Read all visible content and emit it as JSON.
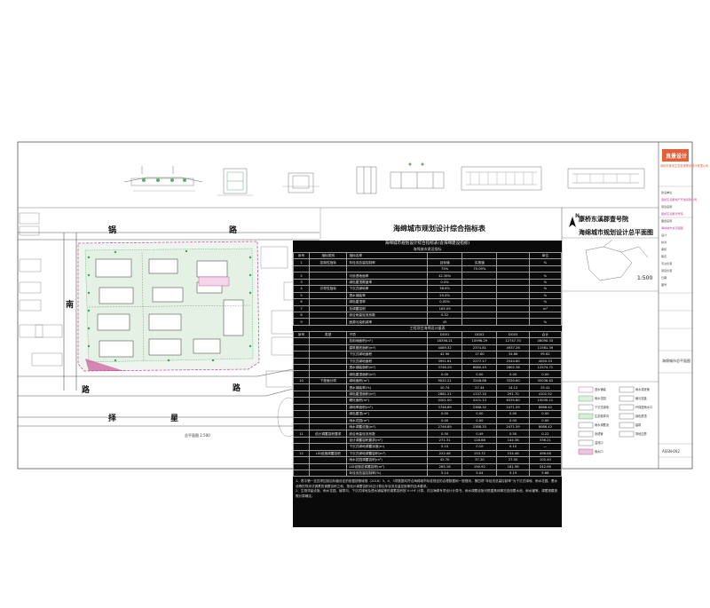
{
  "drawing": {
    "section_title": "海绵城市规划设计综合指标表",
    "project_name": "康桥东溪郡壹号院",
    "drawing_name": "海绵城市规划设计总平面图",
    "scale": "1:500",
    "north_label": "N",
    "site_plan_scale": "总平面图 1:500",
    "sheet_no": "ASSN-002",
    "company": "良景设计",
    "company_sub": "深圳市良景生态景观规划设计有限公司",
    "drawing_title_block": "海绵城市总平面图"
  },
  "roads": {
    "north": [
      "锅",
      "路"
    ],
    "west": "南",
    "south_mid": [
      "路",
      "路"
    ],
    "south": [
      "择",
      "星"
    ]
  },
  "table": {
    "title": "海绵城市规划设计综合指标表",
    "section1_header": "海绵城市规划设计综合指标表(含海绵建设指标)",
    "section1_sub": "海绵城市建设指标",
    "section2_header": "工程项目海绵设计量表",
    "rows": [
      [
        "序号",
        "指标类别",
        "指标名称",
        "",
        "",
        "",
        "单位"
      ],
      [
        "1",
        "控制性指标",
        "年径流总量控制率",
        "目标值",
        "实现值",
        "",
        "%"
      ],
      [
        "",
        "",
        "",
        "75%",
        "75.09%",
        "",
        ""
      ],
      [
        "2",
        "",
        "可渗透地面率",
        "42.36%",
        "",
        "",
        "%"
      ],
      [
        "3",
        "",
        "绿色屋顶覆盖率",
        "0.0%",
        "",
        "",
        "%"
      ],
      [
        "4",
        "引导性指标",
        "下沉式绿地率",
        "36.6%",
        "",
        "",
        "%"
      ],
      [
        "5",
        "",
        "透水铺装率",
        "25.0%",
        "",
        "",
        "%"
      ],
      [
        "6",
        "",
        "绿色屋顶率",
        "0.00%",
        "",
        "",
        "%"
      ],
      [
        "7",
        "",
        "总调蓄容积",
        "165.09",
        "",
        "",
        "m³"
      ],
      [
        "8",
        "",
        "综合雨量径流系数",
        "0.52",
        "",
        "",
        ""
      ],
      [
        "9",
        "",
        "面源污染削减率",
        "45",
        "",
        "",
        "%"
      ]
    ],
    "rows2_header": [
      "序号",
      "类型",
      "子项",
      "DG01",
      "DG02",
      "DG03",
      "合计"
    ],
    "rows2": [
      [
        "",
        "",
        "总用地面积(m²)",
        "18356.21",
        "10996.29",
        "12747.70",
        "46090.33"
      ],
      [
        "",
        "",
        "建筑基底面积(m²)",
        "4089.32",
        "2374.81",
        "4937.26",
        "11561.39"
      ],
      [
        "",
        "",
        "下沉式绿地面积",
        "42.90",
        "17.60",
        "34.86",
        "95.62"
      ],
      [
        "",
        "",
        "下沉式绿地面积",
        "3951.61",
        "2277.17",
        "2544.60",
        "4050.33"
      ],
      [
        "",
        "",
        "透水铺装面积(m²)",
        "3746.29",
        "6080.45",
        "2802.36",
        "12574.71"
      ],
      [
        "",
        "",
        "绿色屋顶面积(m²)",
        "0.00",
        "0.00",
        "0.00",
        "0.00"
      ],
      [
        "10",
        "下垫面分项",
        "绿地面积(m²)",
        "9032.21",
        "3248.88",
        "3320.60",
        "35036.63"
      ],
      [
        "",
        "",
        "透水铺装率(%)",
        "10.74",
        "27.44",
        "14.12",
        "25.41"
      ],
      [
        "",
        "",
        "绿色屋顶面积(m²)",
        "2681.21",
        "1137.10",
        "291.70",
        "4101.52"
      ],
      [
        "",
        "",
        "硬化面积(m²)",
        "4201.00",
        "4121.13",
        "6335.80",
        "15030.11"
      ],
      [
        "",
        "",
        "绿地率面积(m²)",
        "3746.89",
        "2388.32",
        "2471.59",
        "8086.42"
      ],
      [
        "",
        "",
        "绿色屋顶(m²)",
        "0.00",
        "0.00",
        "0.00",
        "0.00"
      ],
      [
        "",
        "",
        "雨水花园(m²)",
        "0.00",
        "0.00",
        "0.00",
        "0.00"
      ],
      [
        "",
        "",
        "雨水调蓄设施(m²)",
        "2746.89",
        "2388.33",
        "2471.59",
        "8086.42"
      ],
      [
        "11",
        "设计调蓄容积要求",
        "综合雨量径流系数",
        "0.50",
        "0.49",
        "0.50",
        "0.22"
      ],
      [
        "",
        "",
        "设计调蓄容积要求(m³)",
        "271.31",
        "128.68",
        "144.38",
        "336.21"
      ],
      [
        "",
        "",
        "下沉式绿地调蓄深度(m)",
        "0.10",
        "0.10",
        "0.10",
        "—"
      ],
      [
        "12",
        "LID设施调蓄容积",
        "下沉式绿地调蓄容积(m³)",
        "222.46",
        "153.72",
        "154.46",
        "496.08"
      ],
      [
        "",
        "",
        "雨水花园调蓄容积(m³)",
        "42.70",
        "37.20",
        "27.50",
        "105.40"
      ],
      [
        "",
        "",
        "LID设施总调蓄容积(m³)",
        "265.16",
        "190.92",
        "181.96",
        "542.96"
      ],
      [
        "",
        "",
        "年径流总量控制率(%)",
        "5.14",
        "5.04",
        "5.19",
        "5.68"
      ]
    ],
    "notes": [
      "1、表中第一至四项控制目标值设定的依据按照城规〔2016〕3、4、5项数据均符合海绵城市标准规定的合理数据和一般规则，第四项“年径流总量控制率”为下沉式绿地、雨水花园、蓄水池等的导渗式调蓄的调蓄容积之和，按设计调蓄容积对应计算出年径流总量控制率的技术要求。",
      "2、生物滞留设施、雨水花园、植草沟、下沉式绿地及透水铺装等的调蓄容积按 V=HF 计算，详见海绵专项设计计算书。雨水调蓄设施可根据具体情况选用蓄水池、雨水罐等，调蓄规模按照计算确定。"
    ]
  },
  "legend": {
    "items": [
      "透水铺装",
      "雨水花园",
      "下沉式绿地",
      "生态植草沟",
      "雨水调蓄池",
      "渗透管",
      "溢流口",
      "雨水口",
      "雨水排放管",
      "截污挂篮",
      "环保型雨水口",
      "绿色屋顶",
      "建筑",
      "场地边界"
    ]
  },
  "title_block": {
    "lines": [
      "建设单位",
      "康桥东溪郡地产开发有限公司",
      "项目名称",
      "康桥东溪郡壹号院",
      "图纸名称",
      "海绵城市总平面图",
      "设计",
      "校对",
      "审核",
      "审定",
      "专业负责",
      "项目负责",
      "日期",
      "图号"
    ]
  },
  "colors": {
    "table_bg": "#0a0a0a",
    "accent": "#e3613a",
    "green": "#3aa657",
    "magenta": "#c43c8e",
    "border": "#333333"
  }
}
